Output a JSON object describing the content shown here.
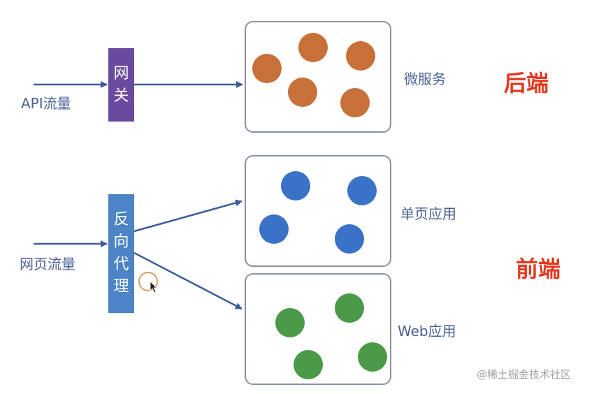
{
  "inputs": {
    "api_traffic": "API流量",
    "web_traffic": "网页流量"
  },
  "nodes": {
    "gateway": {
      "chars": [
        "网",
        "关"
      ],
      "color": "#6a4a9e"
    },
    "reverse_proxy": {
      "chars": [
        "反",
        "向",
        "代",
        "理"
      ],
      "color": "#4c84c5"
    }
  },
  "groups": {
    "microservices": {
      "label": "微服务",
      "dot_color": "#c8703a",
      "dot_count": 5
    },
    "spa": {
      "label": "单页应用",
      "dot_color": "#3a72c8",
      "dot_count": 4
    },
    "web_app": {
      "label": "Web应用",
      "dot_color": "#4a9a48",
      "dot_count": 4
    }
  },
  "categories": {
    "backend": "后端",
    "frontend": "前端"
  },
  "colors": {
    "arrow": "#3f5b9a",
    "label_text": "#4a5f94",
    "category_text": "#e23a22",
    "box_border": "#8a90a6"
  },
  "watermark": "@稀土掘金技术社区"
}
